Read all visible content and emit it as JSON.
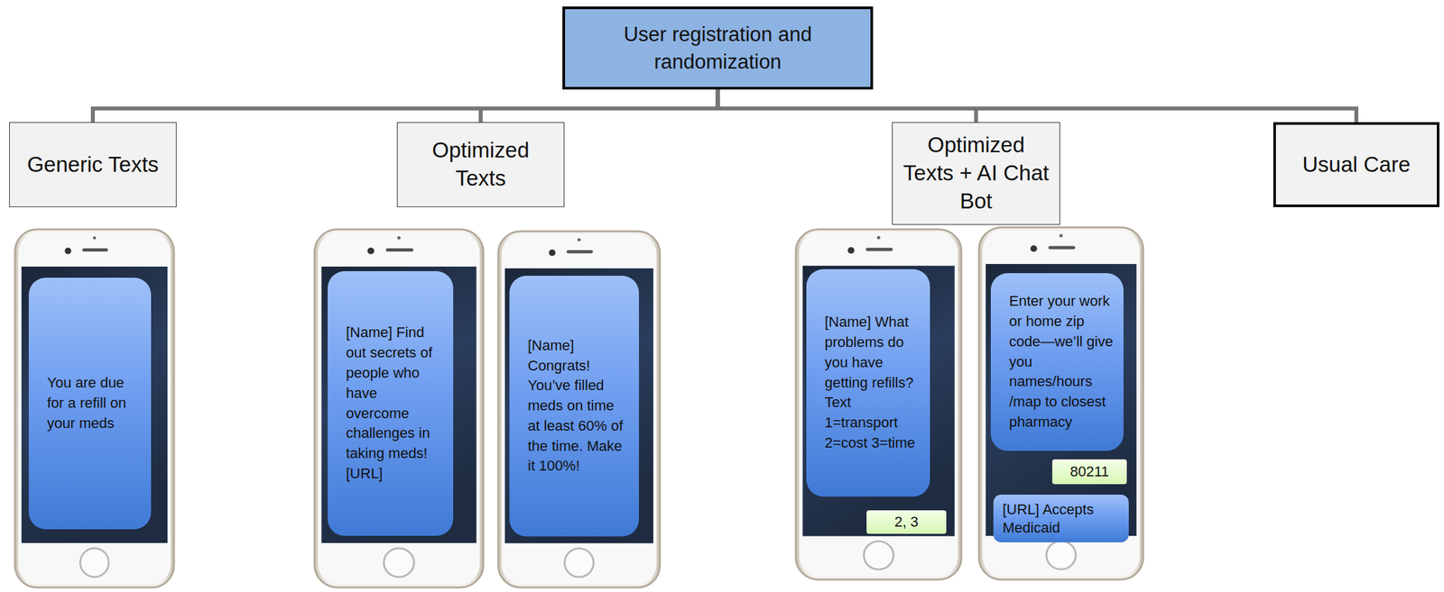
{
  "diagram": {
    "nodes": [
      {
        "text": [
          "User registration and randomization"
        ]
      },
      {
        "text": [
          "Generic Texts"
        ]
      },
      {
        "text": [
          "Optimized Texts"
        ]
      },
      {
        "text": [
          "Optimized Texts + AI Chat Bot"
        ]
      },
      {
        "text": [
          "Usual Care"
        ]
      },
      {
        "text": [
          "You are due for a refill on your meds"
        ]
      },
      {
        "text": [
          "[Name] Find out secrets of people who have overcome challenges in taking meds! [URL]"
        ]
      },
      {
        "text": [
          "[Name] Congrats! You’ve filled meds on time at least 60% of the time. Make it 100%!"
        ]
      },
      {
        "text": [
          "[Name] What problems do you have getting refills? Text 1=transport 2=cost 3=time"
        ]
      },
      {
        "text": [
          "2, 3"
        ]
      },
      {
        "text": [
          "Enter your work or home zip code—we’ll give you names/hours /map to closest pharmacy"
        ]
      },
      {
        "text": [
          "80211"
        ]
      },
      {
        "text": [
          "[URL] Accepts Medicaid"
        ]
      }
    ],
    "edges": [
      {
        "from": 0,
        "to": 1,
        "arrow": "none"
      },
      {
        "from": 0,
        "to": 2,
        "arrow": "none"
      },
      {
        "from": 0,
        "to": 3,
        "arrow": "none"
      },
      {
        "from": 0,
        "to": 4,
        "arrow": "none"
      }
    ]
  }
}
